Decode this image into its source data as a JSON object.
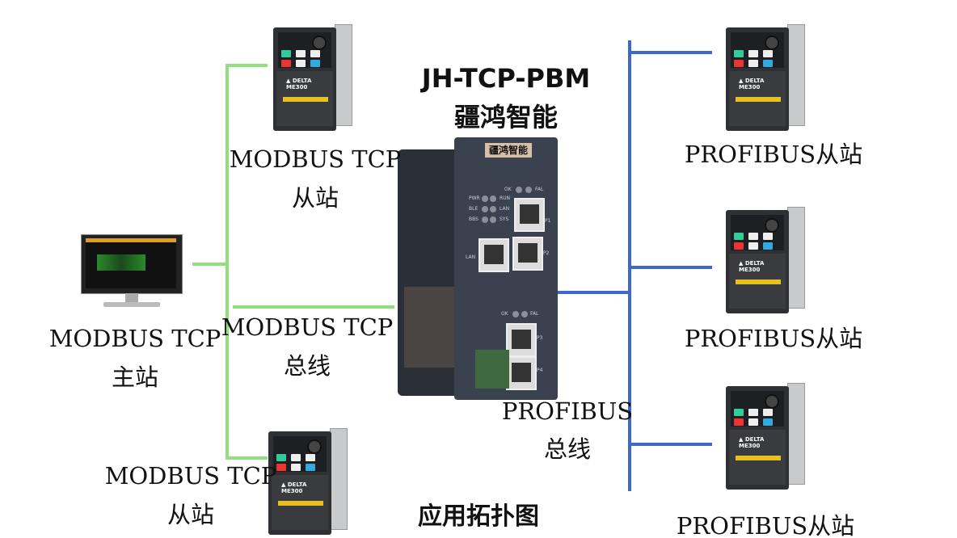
{
  "title": {
    "model": "JH-TCP-PBM",
    "brand": "疆鸿智能"
  },
  "labels": {
    "modbus_slave_top": {
      "line1": "MODBUS TCP",
      "line2": "从站"
    },
    "modbus_master": {
      "line1": "MODBUS TCP",
      "line2": "主站"
    },
    "modbus_bus": {
      "line1": "MODBUS TCP",
      "line2": "总线"
    },
    "modbus_slave_bottom": {
      "line1": "MODBUS TCP",
      "line2": "从站"
    },
    "profibus_bus": {
      "line1": "PROFIBUS",
      "line2": "总线"
    },
    "profibus_slave_1": "PROFIBUS从站",
    "profibus_slave_2": "PROFIBUS从站",
    "profibus_slave_3": "PROFIBUS从站",
    "caption": "应用拓扑图"
  },
  "device": {
    "plate": "疆鸿智能",
    "leds": [
      "PWR",
      "RUN",
      "BLE",
      "LAN",
      "BBS",
      "SYS"
    ],
    "ok": "OK",
    "fal": "FAL",
    "lan": "LAN",
    "ports": [
      "P1",
      "P2",
      "P3",
      "P4"
    ]
  },
  "drive": {
    "brand": "DELTA",
    "model": "ME300"
  },
  "colors": {
    "modbus_line": "#8ee07a",
    "profibus_line": "#3f68cc"
  }
}
